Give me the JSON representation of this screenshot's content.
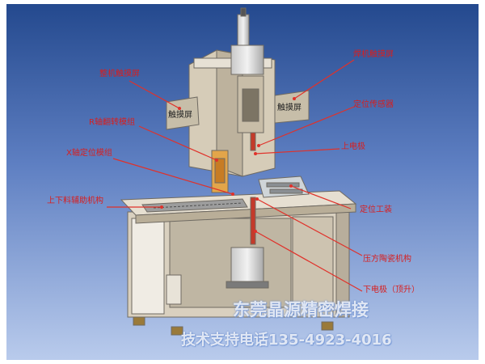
{
  "diagram": {
    "labels": {
      "machine_touchscreen": "整机触摸屏",
      "weld_touchscreen": "焊机触摸屏",
      "r_axis_flip": "R轴翻转模组",
      "position_sensor": "定位传感器",
      "upper_electrode": "上电极",
      "x_axis_positioning": "X轴定位模组",
      "loading_unloading": "上下料辅助机构",
      "positioning_fixture": "定位工装",
      "ceramic_press": "压方陶瓷机构",
      "lower_electrode": "下电极（顶升）"
    },
    "screen_text": {
      "left": "触摸屏",
      "right": "触摸屏"
    }
  },
  "watermark": {
    "company": "东莞晶源精密焊接",
    "phone": "技术支持电话135-4923-4016"
  },
  "colors": {
    "background_top": "#24498e",
    "background_bottom": "#a8bde6",
    "label": "#d81e1e",
    "machine_body": "#d9d0bf",
    "orange_part": "#e3a54a"
  }
}
